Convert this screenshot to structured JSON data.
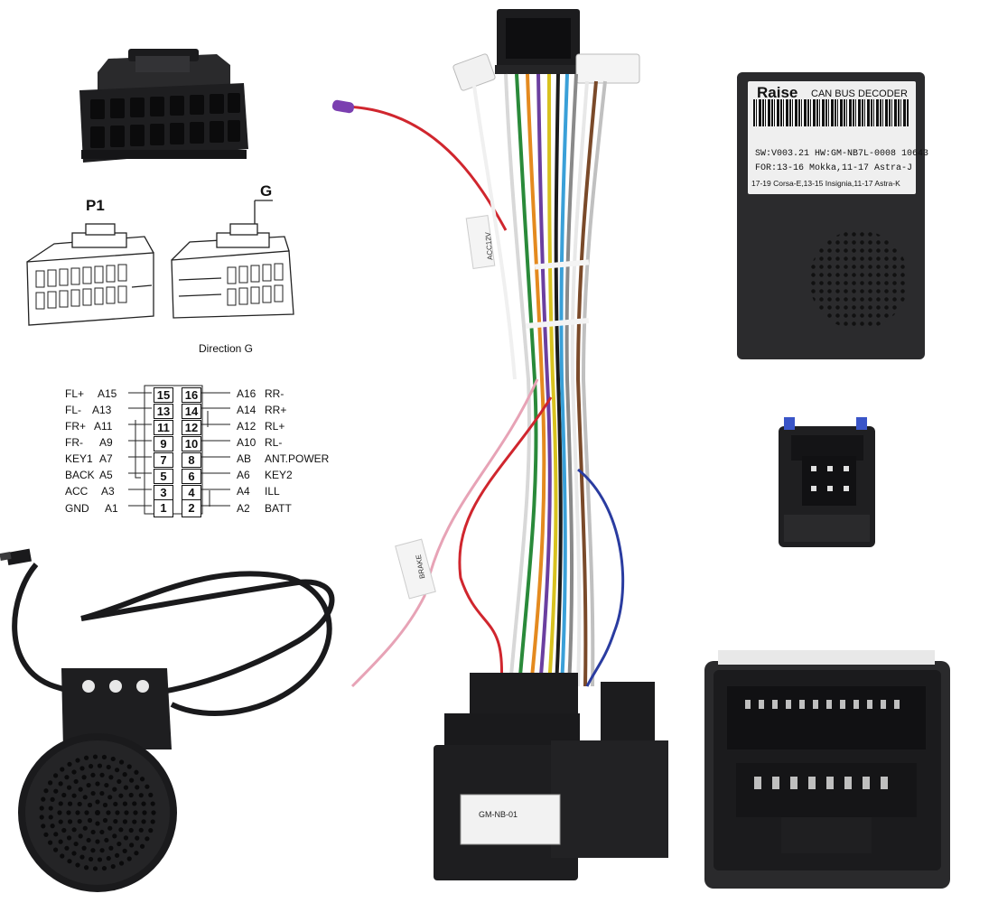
{
  "diagram": {
    "title_p1": "P1",
    "title_g": "G",
    "direction_label": "Direction G"
  },
  "pinout": {
    "left": [
      {
        "name": "FL+",
        "code": "A15",
        "pin": "15"
      },
      {
        "name": "FL-",
        "code": "A13",
        "pin": "13"
      },
      {
        "name": "FR+",
        "code": "A11",
        "pin": "11"
      },
      {
        "name": "FR-",
        "code": "A9",
        "pin": "9"
      },
      {
        "name": "KEY1",
        "code": "A7",
        "pin": "7"
      },
      {
        "name": "BACK",
        "code": "A5",
        "pin": "5"
      },
      {
        "name": "ACC",
        "code": "A3",
        "pin": "3"
      },
      {
        "name": "GND",
        "code": "A1",
        "pin": "1"
      }
    ],
    "right": [
      {
        "pin": "16",
        "code": "A16",
        "name": "RR-"
      },
      {
        "pin": "14",
        "code": "A14",
        "name": "RR+"
      },
      {
        "pin": "12",
        "code": "A12",
        "name": "RL+"
      },
      {
        "pin": "10",
        "code": "A10",
        "name": "RL-"
      },
      {
        "pin": "8",
        "code": "AB",
        "name": "ANT.POWER"
      },
      {
        "pin": "6",
        "code": "A6",
        "name": "KEY2"
      },
      {
        "pin": "4",
        "code": "A4",
        "name": "ILL"
      },
      {
        "pin": "2",
        "code": "A2",
        "name": "BATT"
      }
    ]
  },
  "decoder": {
    "brand": "Raise",
    "title": "CAN BUS DECODER",
    "sw_line": "SW:V003.21  HW:GM-NB7L-0008  10643",
    "for_line": "FOR:13-16 Mokka,11-17 Astra-J",
    "compat_line": "17-19 Corsa-E,13-15 Insignia,11-17 Astra-K"
  },
  "harness": {
    "tag_top": "ACC12V",
    "tag_brake": "BRAKE",
    "module_label": "GM-NB-01"
  },
  "colors": {
    "black_plastic": "#1c1c1e",
    "red_wire": "#d0262e",
    "pink_wire": "#e7a3b6",
    "blue_wire": "#2a3ca0"
  }
}
